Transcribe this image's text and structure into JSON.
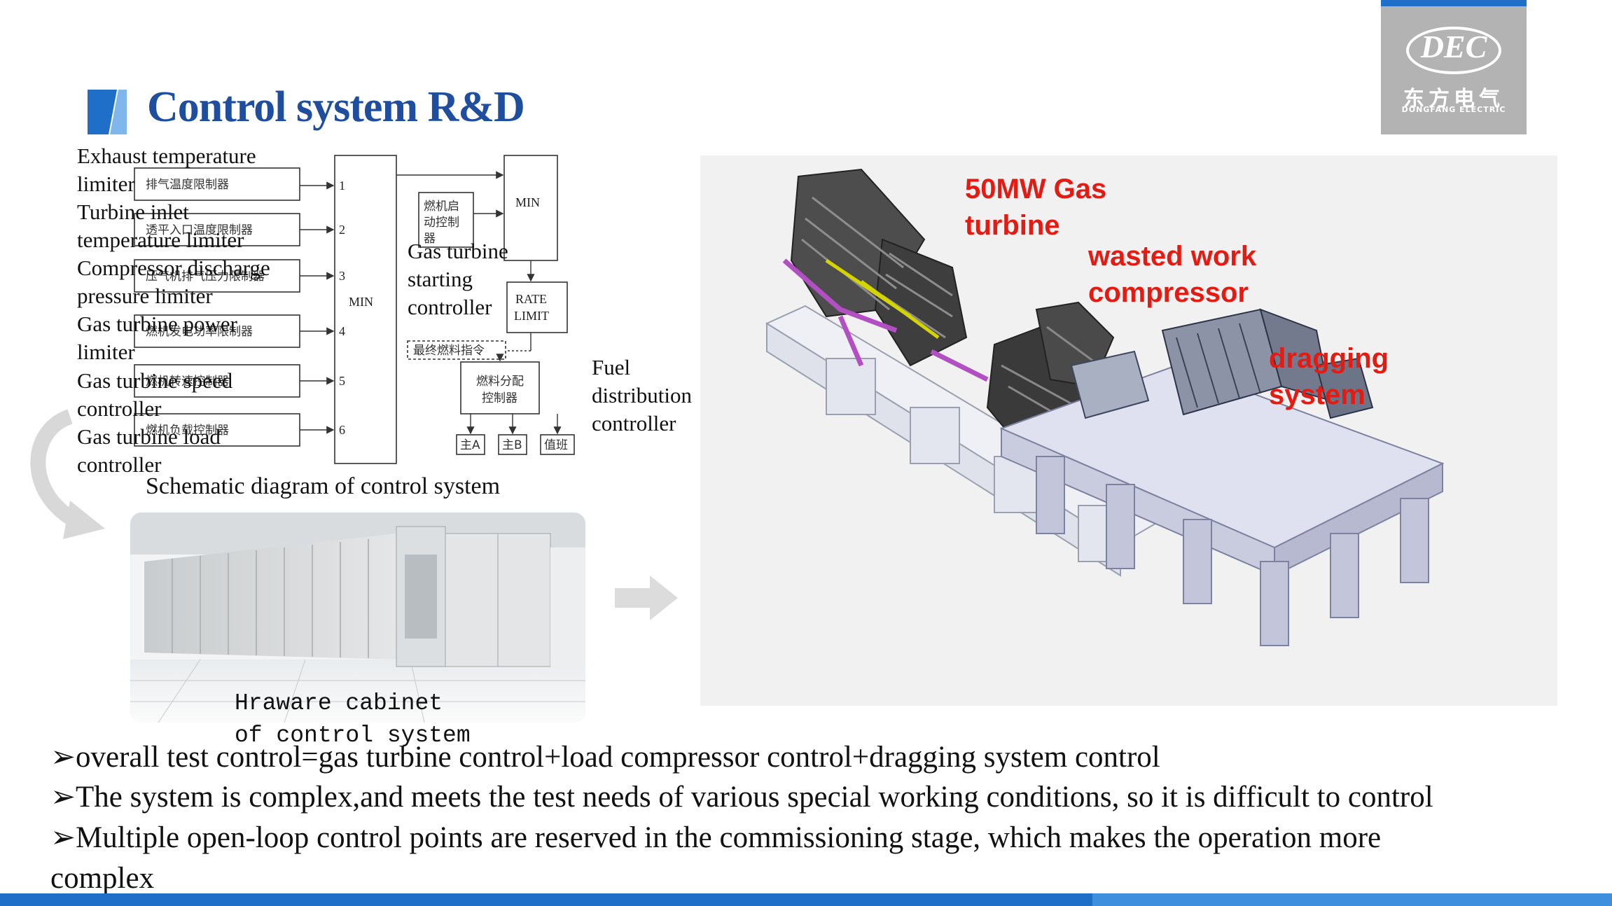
{
  "header": {
    "title": "Control system R&D",
    "logo_brand": "DEC",
    "logo_cn": "东方电气",
    "logo_sub": "DONGFANG ELECTRIC"
  },
  "diagram": {
    "input_labels_en": [
      [
        "Exhaust temperature",
        "limiter"
      ],
      [
        "Turbine inlet",
        "temperature limiter"
      ],
      [
        "Compressor discharge",
        "pressure limiter"
      ],
      [
        "Gas turbine power",
        "limiter"
      ],
      [
        "Gas turbine speed",
        "controller"
      ],
      [
        "Gas turbine load",
        "controller"
      ]
    ],
    "input_boxes_cn": [
      "排气温度限制器",
      "透平入口温度限制器",
      "压气机排气压力限制器",
      "燃机发电功率限制器",
      "燃机转速控制器",
      "燃机负载控制器"
    ],
    "port_numbers": [
      "1",
      "2",
      "3",
      "4",
      "5",
      "6"
    ],
    "min_main": "MIN",
    "startup_cn": [
      "燃机启",
      "动控制",
      "器"
    ],
    "startup_en": [
      "Gas turbine",
      "starting",
      "controller"
    ],
    "min_top": "MIN",
    "rate_limit": [
      "RATE",
      "LIMIT"
    ],
    "final_fuel_cn": "最终燃料指令",
    "fuel_dist_cn": [
      "燃料分配",
      "控制器"
    ],
    "fuel_dist_en": [
      "Fuel",
      "distribution",
      "controller"
    ],
    "outputs_cn": [
      "主A",
      "主B",
      "值班"
    ],
    "caption": "Schematic diagram of control system"
  },
  "machine": {
    "labels": [
      [
        "50MW Gas",
        "turbine"
      ],
      [
        "wasted work",
        "compressor"
      ],
      [
        "dragging",
        "system"
      ]
    ]
  },
  "cabinet": {
    "caption": [
      "Hraware cabinet",
      "of control system"
    ]
  },
  "bullets": [
    "➢overall test control=gas turbine control+load compressor control+dragging system control",
    "➢The system is complex,and meets the test needs of various special working conditions, so it is difficult to control",
    "➢Multiple open-loop control points are reserved in the commissioning stage, which makes the operation more",
    "complex"
  ],
  "colors": {
    "title": "#1f4e9e",
    "accent": "#1f6fc9",
    "label_red": "#e31b12",
    "logo_bg": "#b3b3b3"
  }
}
